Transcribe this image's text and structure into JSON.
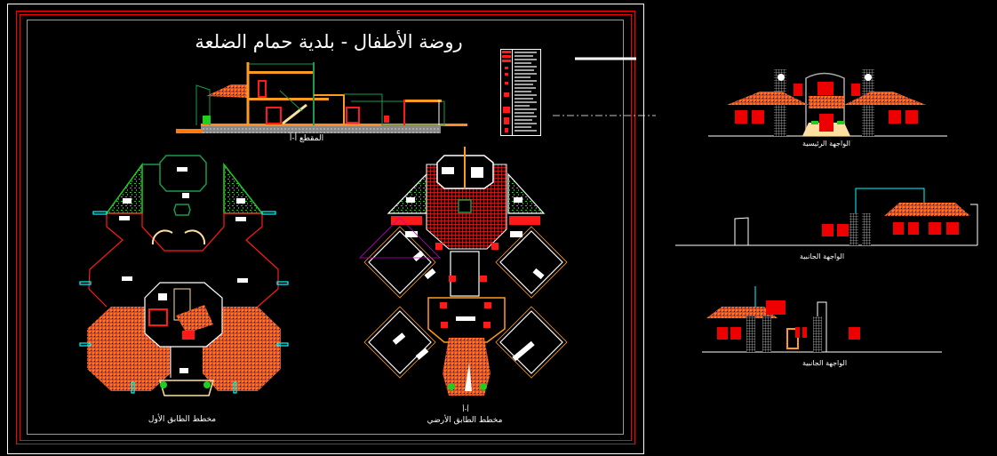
{
  "sheet": {
    "title": "روضة الأطفال - بلدية حمام الضلعة",
    "section_label": "المقطع أ-أ",
    "first_floor_label": "مخطط الطابق الأول",
    "ground_floor_label": "مخطط الطابق الأرضي",
    "section_marker": "أ-أ"
  },
  "elevations": {
    "main_label": "الواجهة الرئيسية",
    "side1_label": "الواجهة الجانبية",
    "side2_label": "الواجهة الجانبية"
  },
  "colors": {
    "background": "#000000",
    "frame": "#ffffff",
    "border": "#ff0000",
    "roof": "#ff5a1a",
    "garden": "#00c000",
    "glazing": "#00ffff",
    "stair": "#ffe0a0"
  }
}
